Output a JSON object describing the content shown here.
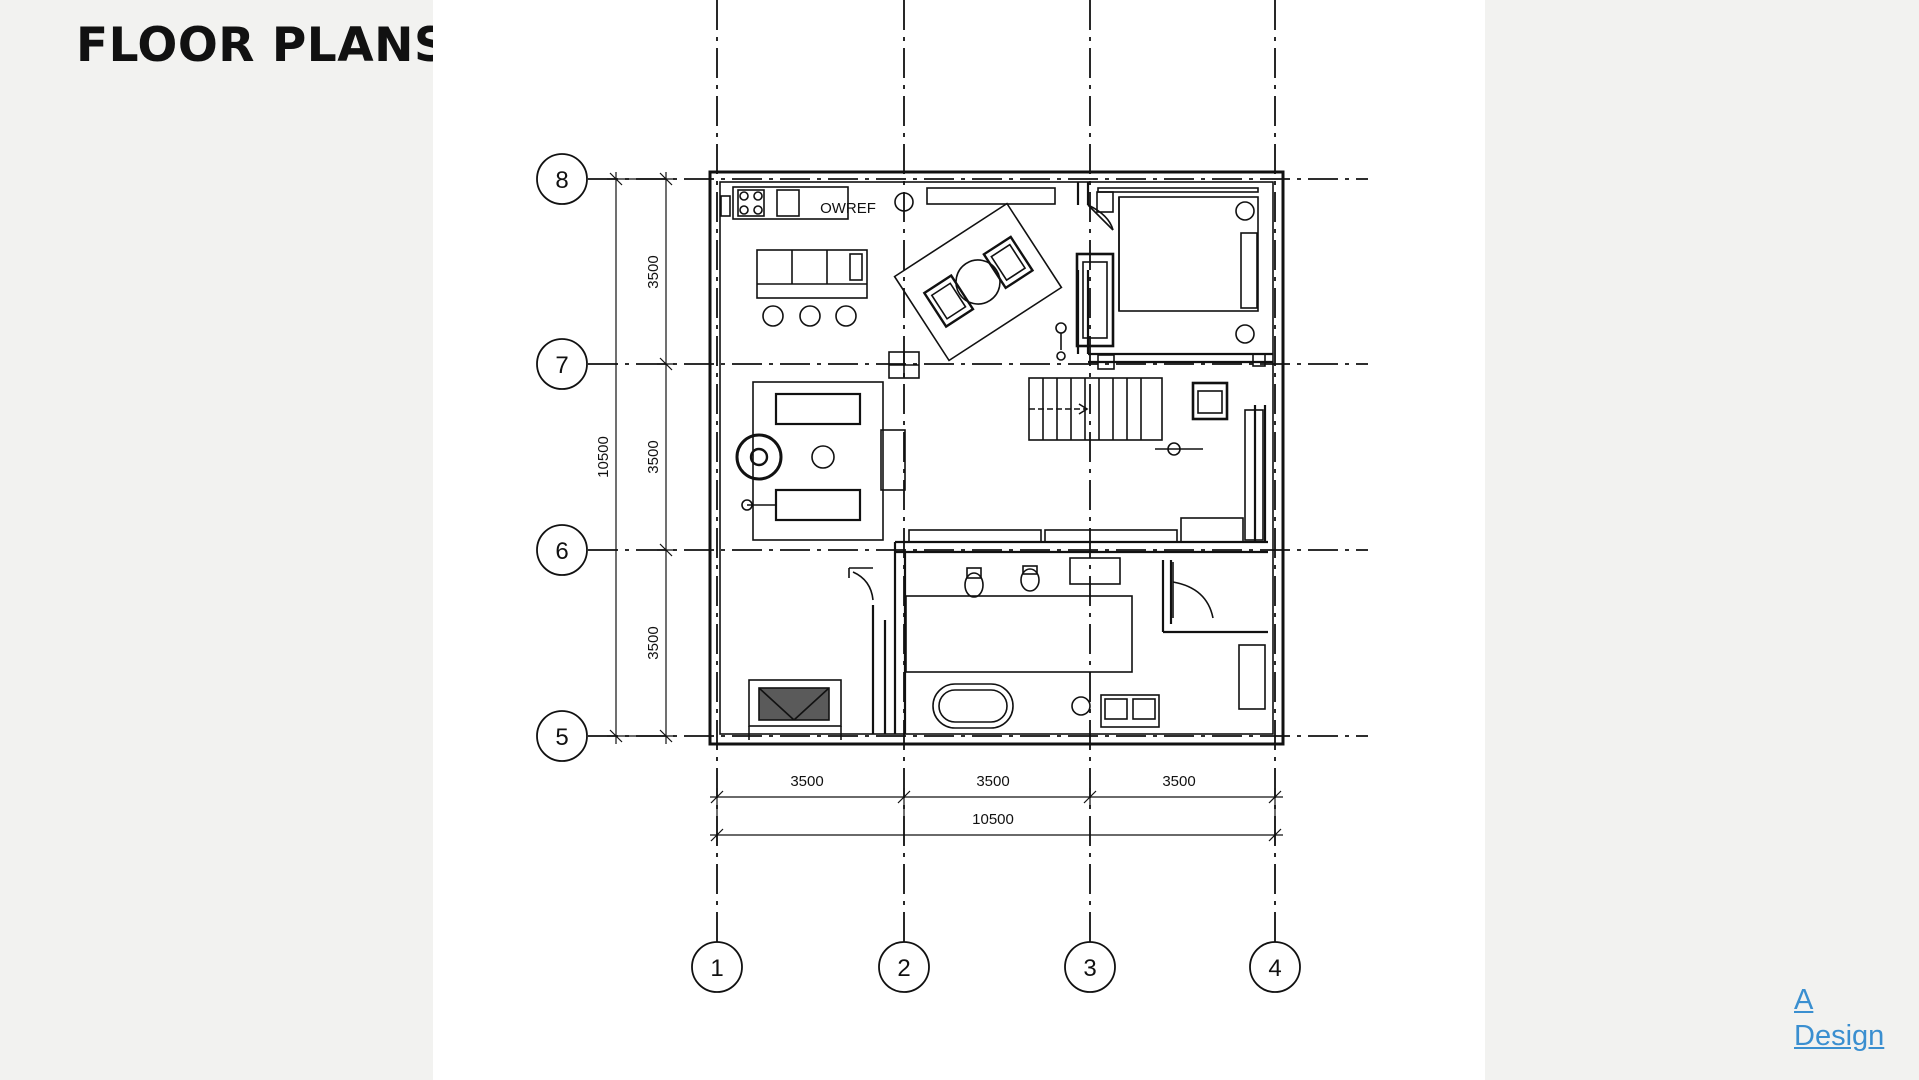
{
  "page": {
    "title": "FLOOR PLANS"
  },
  "plan": {
    "grid_columns": [
      "1",
      "2",
      "3",
      "4"
    ],
    "grid_rows": [
      "8",
      "7",
      "6",
      "5"
    ],
    "bottom_dims": [
      "3500",
      "3500",
      "3500"
    ],
    "bottom_total": "10500",
    "left_dims": [
      "3500",
      "3500",
      "3500"
    ],
    "left_total": "10500",
    "appliance_label": "OWREF"
  },
  "logo": {
    "line1": "A",
    "line2": "Design",
    "color": "#3a8fd0"
  }
}
